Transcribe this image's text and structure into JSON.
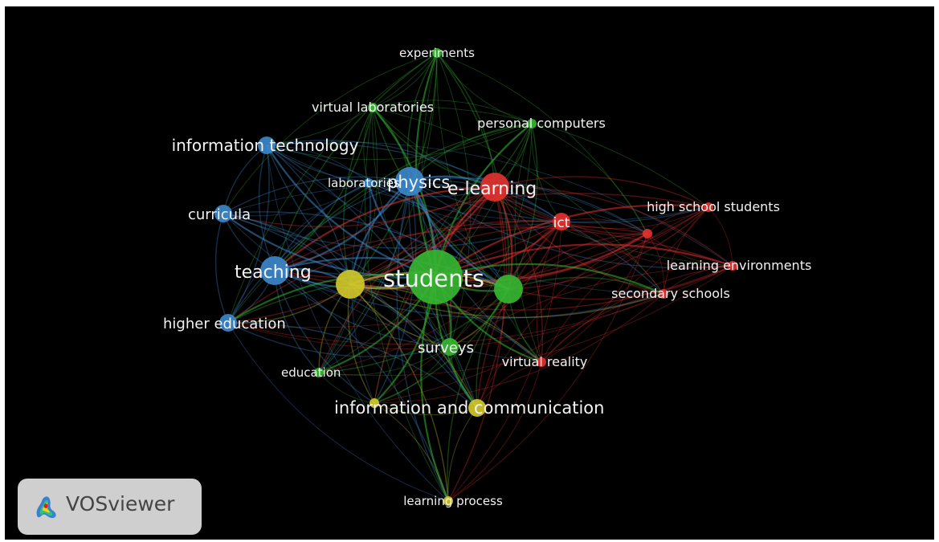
{
  "colors": {
    "background": "#000000",
    "red": "#e3312f",
    "green": "#35b531",
    "blue": "#3c86c9",
    "yellow": "#cfc72a",
    "label": "#f2f2f2"
  },
  "network": {
    "nodes": [
      {
        "id": "experiments",
        "label": "experiments",
        "cluster": "green",
        "weight": 1
      },
      {
        "id": "virtual_laboratories",
        "label": "virtual laboratories",
        "cluster": "green",
        "weight": 1
      },
      {
        "id": "personal_computers",
        "label": "personal computers",
        "cluster": "green",
        "weight": 1
      },
      {
        "id": "information_technology",
        "label": "information technology",
        "cluster": "blue",
        "weight": 2
      },
      {
        "id": "laboratories",
        "label": "laboratories",
        "cluster": "blue",
        "weight": 1
      },
      {
        "id": "physics",
        "label": "physics",
        "cluster": "blue",
        "weight": 3
      },
      {
        "id": "e_learning",
        "label": "e-learning",
        "cluster": "red",
        "weight": 3
      },
      {
        "id": "curricula",
        "label": "curricula",
        "cluster": "blue",
        "weight": 2
      },
      {
        "id": "ict",
        "label": "ict",
        "cluster": "red",
        "weight": 2
      },
      {
        "id": "high_school_students",
        "label": "high school students",
        "cluster": "red",
        "weight": 1
      },
      {
        "id": "red_unlabeled",
        "label": "",
        "cluster": "red",
        "weight": 1
      },
      {
        "id": "learning_environments",
        "label": "learning environments",
        "cluster": "red",
        "weight": 1
      },
      {
        "id": "teaching",
        "label": "teaching",
        "cluster": "blue",
        "weight": 3
      },
      {
        "id": "yellow_unlabeled",
        "label": "",
        "cluster": "yellow",
        "weight": 3
      },
      {
        "id": "students",
        "label": "students",
        "cluster": "green",
        "weight": 5
      },
      {
        "id": "green_unlabeled",
        "label": "",
        "cluster": "green",
        "weight": 3
      },
      {
        "id": "secondary_schools",
        "label": "secondary schools",
        "cluster": "red",
        "weight": 1
      },
      {
        "id": "higher_education",
        "label": "higher education",
        "cluster": "blue",
        "weight": 2
      },
      {
        "id": "surveys",
        "label": "surveys",
        "cluster": "green",
        "weight": 2
      },
      {
        "id": "virtual_reality",
        "label": "virtual reality",
        "cluster": "red",
        "weight": 1
      },
      {
        "id": "education",
        "label": "education",
        "cluster": "green",
        "weight": 1
      },
      {
        "id": "information_and_communication",
        "label": "information and communication",
        "cluster": "yellow",
        "weight": 2
      },
      {
        "id": "yellow_left",
        "label": "",
        "cluster": "yellow",
        "weight": 1
      },
      {
        "id": "learning_process",
        "label": "learning process",
        "cluster": "yellow",
        "weight": 1
      }
    ]
  },
  "badge": {
    "text": "VOSviewer"
  }
}
